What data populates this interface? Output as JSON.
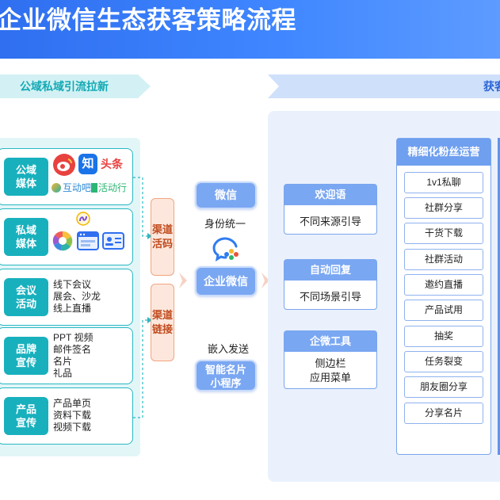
{
  "title": "企业微信生态获客策略流程",
  "sections": {
    "left": "公域私域引流拉新",
    "right": "获客"
  },
  "sources": [
    {
      "tile": "公域\n媒体",
      "icons": [
        {
          "name": "weibo-icon",
          "glyph": "",
          "color": "#e8423f"
        },
        {
          "name": "zhihu-icon",
          "glyph": "知",
          "color": "#1a73e8"
        },
        {
          "name": "toutiao-icon",
          "glyph": "头条",
          "color": "#e8423f"
        },
        {
          "name": "hudongba-icon",
          "glyph": "互动吧",
          "color": "#2e8ad8"
        },
        {
          "name": "huodongxing-icon",
          "glyph": "活动行",
          "color": "#2bb673"
        }
      ]
    },
    {
      "tile": "私域\n媒体",
      "icons": [
        {
          "name": "wechat-moments-icon",
          "glyph": "",
          "color": "#f5a623"
        },
        {
          "name": "browser-window-icon",
          "glyph": "",
          "color": "#2f6ff0"
        },
        {
          "name": "contact-card-icon",
          "glyph": "",
          "color": "#2f6ff0"
        },
        {
          "name": "mini-program-icon",
          "glyph": "",
          "color": "#2f6ff0"
        }
      ]
    },
    {
      "tile": "会议\n活动",
      "text": "线下会议\n展会、沙龙\n线上直播"
    },
    {
      "tile": "品牌\n宣传",
      "text": "PPT 视频\n邮件签名\n名片\n礼品"
    },
    {
      "tile": "产品\n宣传",
      "text": "产品单页\n资料下载\n视频下载"
    }
  ],
  "channels": [
    "渠道\n活码",
    "渠道\n链接"
  ],
  "middle": {
    "wechat": "微信",
    "unify_label": "身份统一",
    "wecom": "企业微信",
    "embed_label": "嵌入发送",
    "smart": "智能名片\n小程序"
  },
  "features": [
    {
      "head": "欢迎语",
      "body": "不同来源引导"
    },
    {
      "head": "自动回复",
      "body": "不同场景引导"
    },
    {
      "head": "企微工具",
      "body": "侧边栏\n应用菜单"
    }
  ],
  "operations": {
    "head": "精细化粉丝运营",
    "items": [
      "1v1私聊",
      "社群分享",
      "干货下载",
      "社群活动",
      "邀约直播",
      "产品试用",
      "抽奖",
      "任务裂变",
      "朋友圈分享",
      "分享名片"
    ]
  }
}
